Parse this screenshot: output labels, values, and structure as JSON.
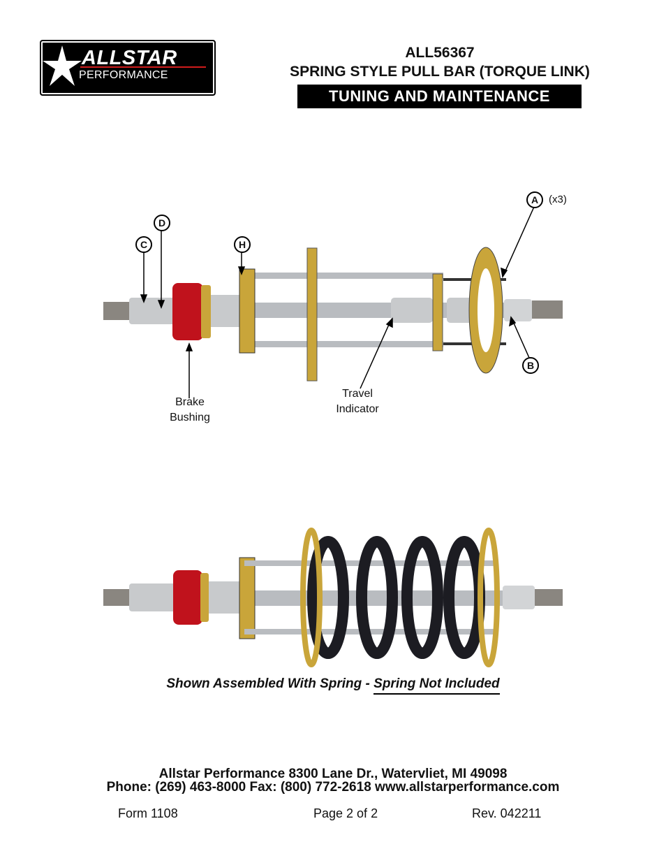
{
  "logo": {
    "brand": "ALLSTAR",
    "sub": "PERFORMANCE"
  },
  "header": {
    "part_number": "ALL56367",
    "title": "SPRING STYLE PULL BAR (TORQUE LINK)",
    "section": "TUNING AND MAINTENANCE"
  },
  "diagram": {
    "callouts": {
      "a": "A",
      "a_qty": "(x3)",
      "b": "B",
      "c": "C",
      "d": "D",
      "h": "H"
    },
    "labels": {
      "brake_1": "Brake",
      "brake_2": "Bushing",
      "travel_1": "Travel",
      "travel_2": "Indicator"
    }
  },
  "caption": {
    "main": "Shown Assembled With Spring - ",
    "underlined": "Spring Not Included"
  },
  "footer": {
    "address": "Allstar Performance 8300 Lane Dr., Watervliet, MI 49098",
    "contact": "Phone: (269) 463-8000 Fax: (800) 772-2618 www.allstarperformance.com",
    "form": "Form 1108",
    "page": "Page 2 of 2",
    "rev": "Rev. 042211"
  },
  "colors": {
    "bushing": "#c0121c",
    "brass": "#c9a53a",
    "spring": "#1c1c22",
    "steel": "#b9bcc0"
  }
}
